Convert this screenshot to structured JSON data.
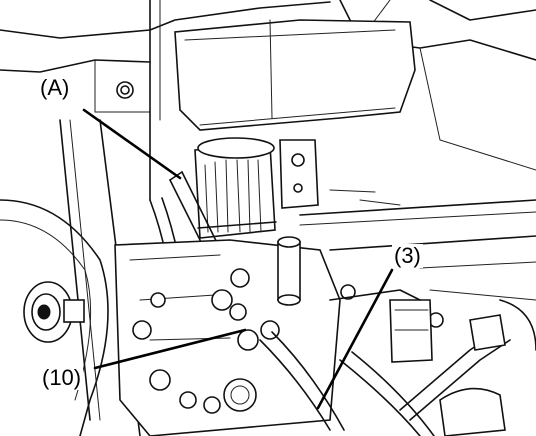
{
  "callouts": {
    "hose_a": "(A)",
    "part_3": "(3)",
    "part_10": "(10)"
  },
  "colors": {
    "line": "#111111",
    "background": "#ffffff"
  }
}
